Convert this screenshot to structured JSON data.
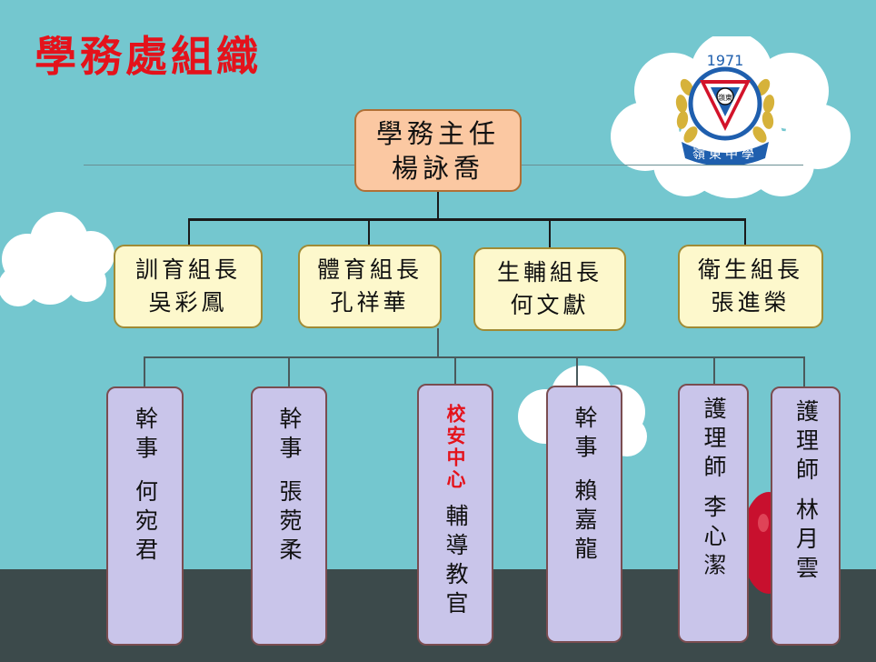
{
  "title": "學務處組織",
  "logo": {
    "year": "1971",
    "emblem_text": "嶺東",
    "banner_text": "嶺東中學"
  },
  "head": {
    "role": "學務主任",
    "name": "楊詠喬"
  },
  "sections": [
    {
      "role": "訓育組長",
      "name": "吳彩鳳"
    },
    {
      "role": "體育組長",
      "name": "孔祥華"
    },
    {
      "role": "生輔組長",
      "name": "何文獻"
    },
    {
      "role": "衛生組長",
      "name": "張進榮"
    }
  ],
  "staff": [
    {
      "role": "幹事",
      "name": "何宛君"
    },
    {
      "role": "幹事",
      "name": "張菀柔"
    },
    {
      "role": "校安中心",
      "name": "輔導教官"
    },
    {
      "role": "幹事",
      "name": "賴嘉龍"
    },
    {
      "role": "護理師",
      "name": "李心潔"
    },
    {
      "role": "護理師",
      "name": "林月雲"
    }
  ],
  "colors": {
    "title": "#e4121b",
    "background": "#74c7cf",
    "ground": "#3c4a4b",
    "head_box": "#fbc8a2",
    "mid_box": "#fdf8cc",
    "staff_box": "#c9c5ea"
  }
}
